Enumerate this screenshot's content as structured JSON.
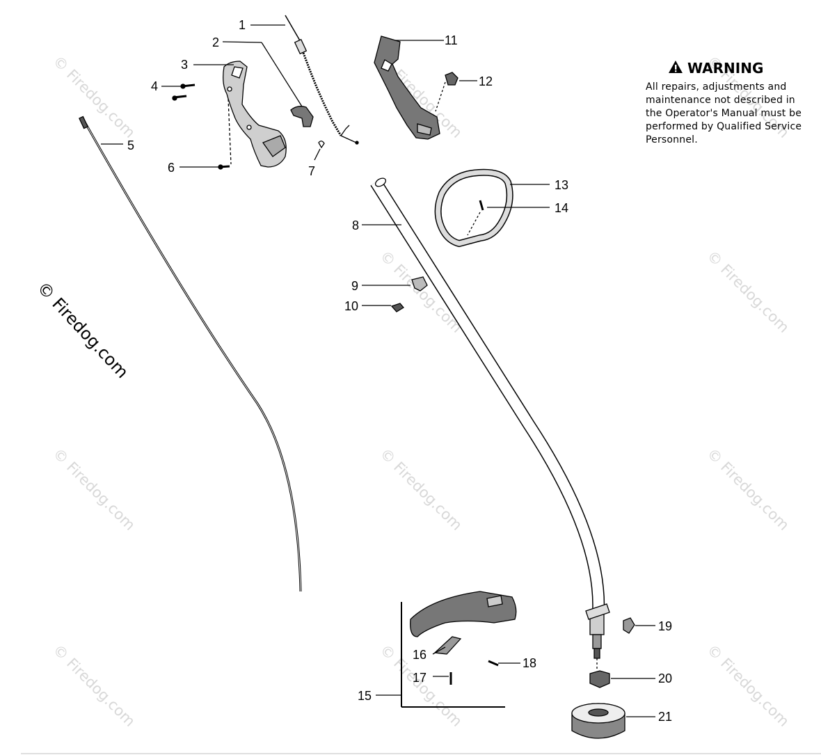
{
  "watermark": "© Firedog.com",
  "warning": {
    "title": "WARNING",
    "lines": [
      "All repairs, adjustments and",
      "maintenance not described in",
      "the Operator's Manual must be",
      "performed by Qualified Service",
      "Personnel."
    ]
  },
  "callouts": {
    "c1": "1",
    "c2": "2",
    "c3": "3",
    "c4": "4",
    "c5": "5",
    "c6": "6",
    "c7": "7",
    "c8": "8",
    "c9": "9",
    "c10": "10",
    "c11": "11",
    "c12": "12",
    "c13": "13",
    "c14": "14",
    "c15": "15",
    "c16": "16",
    "c17": "17",
    "c18": "18",
    "c19": "19",
    "c20": "20",
    "c21": "21"
  },
  "colors": {
    "line": "#000000",
    "part_fill": "#d9d9d9",
    "part_dark": "#555555",
    "watermark": "#c8c8c8"
  }
}
